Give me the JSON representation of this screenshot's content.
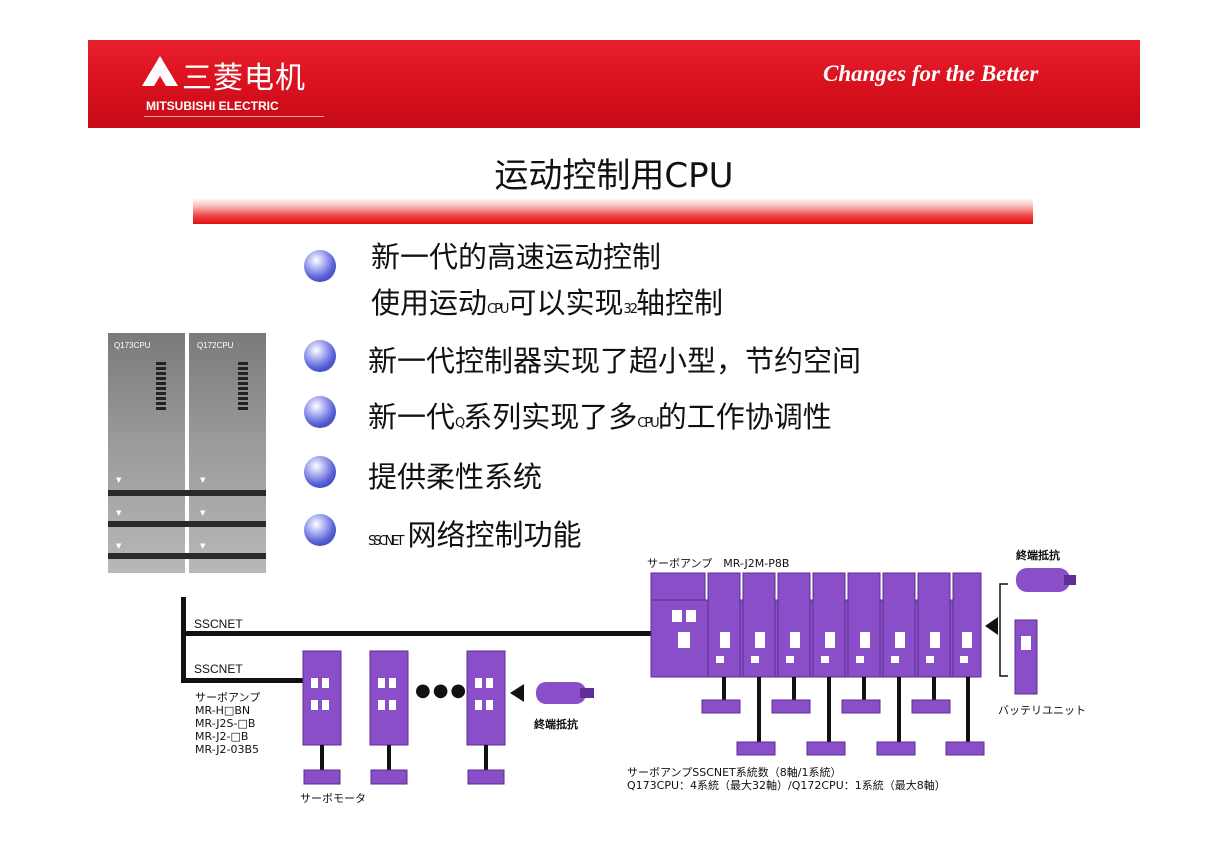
{
  "header": {
    "logo_cn": "三菱电机",
    "logo_en": "MITSUBISHI ELECTRIC",
    "slogan": "Changes for the Better"
  },
  "title": "运动控制用CPU",
  "bullets": [
    {
      "line1": "新一代的高速运动控制",
      "line2_a": "使用运动",
      "line2_b": "CPU",
      "line2_c": "可以实现",
      "line2_d": "32",
      "line2_e": "轴控制"
    },
    {
      "text": "新一代控制器实现了超小型，节约空间"
    },
    {
      "a": "新一代",
      "b": "Q",
      "c": "系列实现了多",
      "d": "CPU",
      "e": "的工作协调性"
    },
    {
      "text": "提供柔性系统"
    },
    {
      "a": "SSCNET",
      "b": "网络控制功能"
    }
  ],
  "cpu_modules": [
    "Q173CPU",
    "Q172CPU"
  ],
  "diagram": {
    "ssc_label_1": "SSCNET",
    "ssc_label_2": "SSCNET",
    "left_amp_title": "サーボアンプ",
    "left_amp_models": [
      "MR-H□BN",
      "MR-J2S-□B",
      "MR-J2-□B",
      "MR-J2-03B5"
    ],
    "motor_label": "サーボモータ",
    "left_term_label": "終端抵抗",
    "ellipsis": "●●●",
    "right_amp_label": "サーボアンプ　MR-J2M-P8B",
    "right_term_label": "終端抵抗",
    "battery_label": "バッテリユニット",
    "note_line1": "サーボアンプSSCNET系統数（8軸/1系統）",
    "note_line2": "Q173CPU：4系統（最大32軸）/Q172CPU：1系統（最大8軸）"
  },
  "colors": {
    "banner": "#d8101e",
    "device": "#8a4fc8",
    "bullet": "#5a62d8"
  }
}
